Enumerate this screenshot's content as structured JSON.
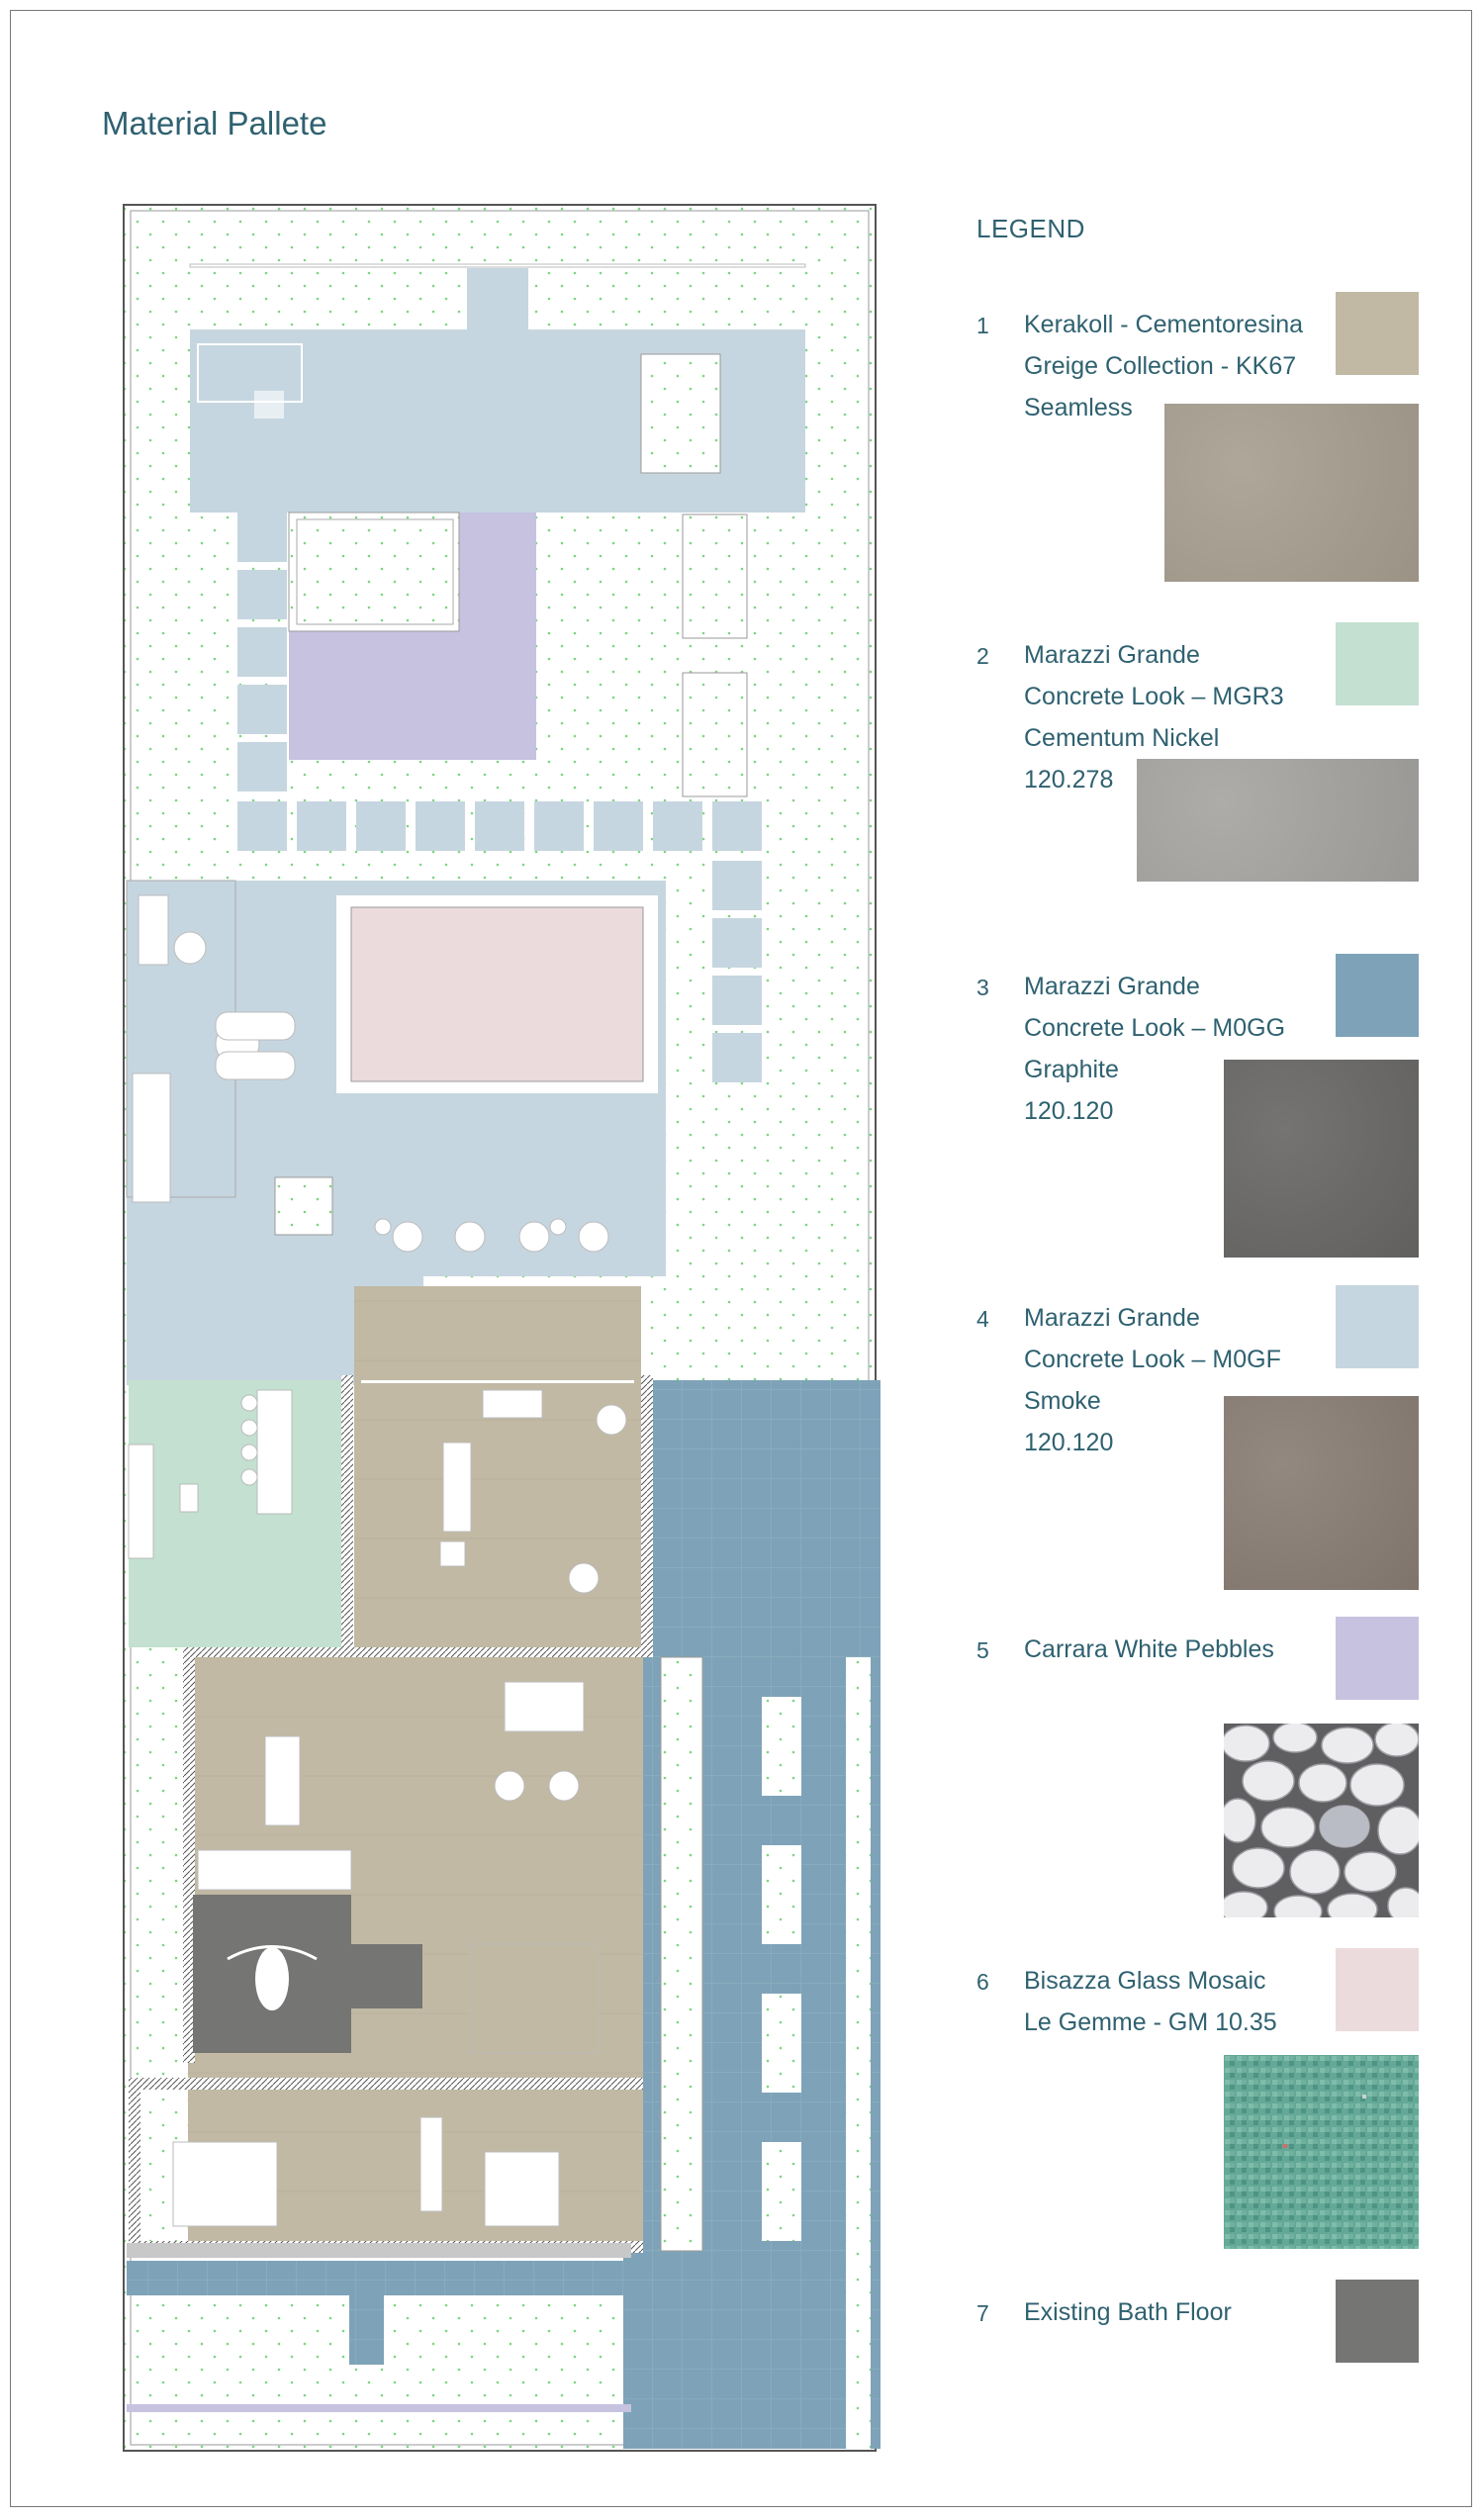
{
  "title": "Material Pallete",
  "legend": {
    "heading": "LEGEND",
    "items": [
      {
        "num": "1",
        "lines": [
          "Kerakoll - Cementoresina",
          "Greige Collection - KK67",
          "Seamless"
        ],
        "swatch": "#c1b9a3",
        "sample": "#a89f91"
      },
      {
        "num": "2",
        "lines": [
          "Marazzi Grande",
          "Concrete Look – MGR3",
          "Cementum Nickel",
          "120.278"
        ],
        "swatch": "#c3e0d0",
        "sample": "#a6a5a2"
      },
      {
        "num": "3",
        "lines": [
          "Marazzi Grande",
          "Concrete Look – M0GG",
          "Graphite",
          "120.120"
        ],
        "swatch": "#7ea3b8",
        "sample": "#696866"
      },
      {
        "num": "4",
        "lines": [
          "Marazzi Grande",
          "Concrete Look – M0GF",
          "Smoke",
          "120.120"
        ],
        "swatch": "#c6d6e0",
        "sample": "#8a7e75"
      },
      {
        "num": "5",
        "lines": [
          "Carrara White Pebbles"
        ],
        "swatch": "#c6c2e0",
        "sample": "pebbles"
      },
      {
        "num": "6",
        "lines": [
          "Bisazza Glass Mosaic",
          "Le Gemme - GM 10.35"
        ],
        "swatch": "#ecdbdc",
        "sample": "mosaic"
      },
      {
        "num": "7",
        "lines": [
          "Existing Bath Floor"
        ],
        "swatch": "#757573",
        "sample": ""
      }
    ]
  },
  "colors": {
    "text": "#2f6170",
    "light_blue": "#c6d6e0",
    "blue_tile": "#7ea3b8",
    "beige": "#c1b9a3",
    "mint": "#c3e0d0",
    "lavender": "#c6c2e0",
    "pink": "#ecdbdc",
    "bath_gray": "#757573",
    "grass_dot": "#7ed67e"
  }
}
